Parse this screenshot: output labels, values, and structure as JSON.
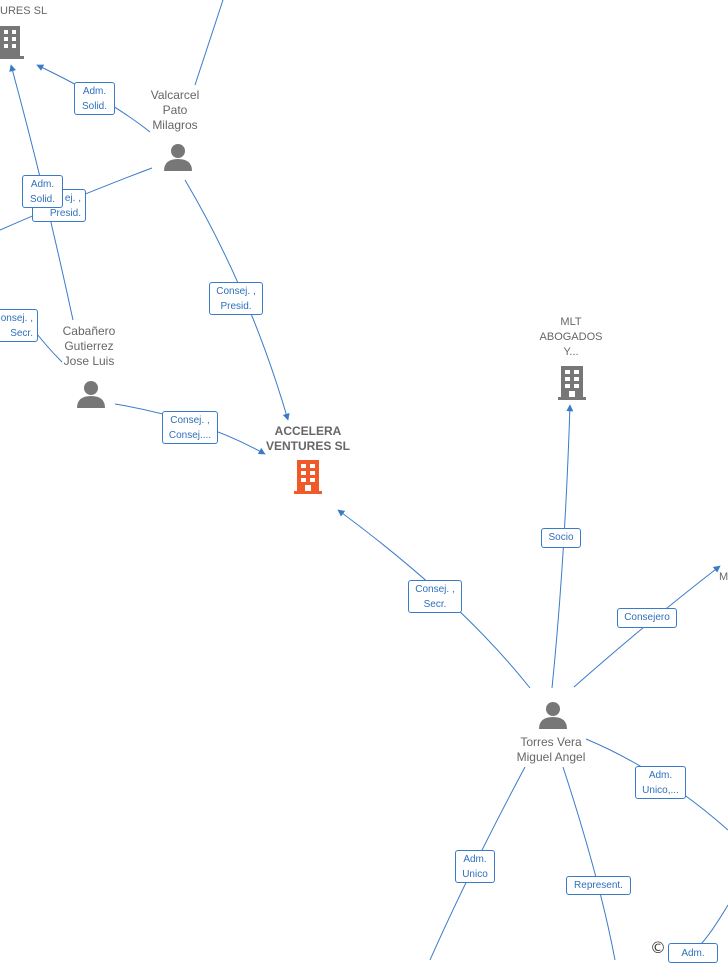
{
  "colors": {
    "edge": "#3a7bc8",
    "edge_label_text": "#2f6fbd",
    "person": "#777777",
    "company": "#777777",
    "company_focus": "#f05a28"
  },
  "nodes": {
    "accelera": {
      "label": "ACCELERA\nVENTURES  SL",
      "icon": "building-icon"
    },
    "mlt": {
      "label": "MLT\nABOGADOS\nY...",
      "icon": "building-icon"
    },
    "top_company": {
      "label": "URES  SL",
      "icon": "building-icon"
    },
    "valcarcel": {
      "label": "Valcarcel\nPato\nMilagros",
      "icon": "person-icon"
    },
    "cabanero": {
      "label": "Cabañero\nGutierrez\nJose Luis",
      "icon": "person-icon"
    },
    "torres": {
      "label": "Torres Vera\nMiguel Angel",
      "icon": "person-icon"
    },
    "right_edge": {
      "label": "M"
    }
  },
  "edges": {
    "val_top": "Adm.\nSolid.",
    "val_left": "ej. ,\nPresid.",
    "cab_top": "Adm.\nSolid.",
    "val_accelera": "Consej. ,\nPresid.",
    "left_cab": "onsej. ,\nSecr.",
    "cab_accelera": "Consej. ,\nConsej....",
    "torres_mlt": "Socio",
    "torres_accelera": "Consej. ,\nSecr.",
    "torres_right": "Consejero",
    "torres_adm_unico_dots": "Adm.\nUnico,...",
    "torres_adm_unico": "Adm.\nUnico",
    "torres_represent": "Represent.",
    "bottom_adm": "Adm."
  },
  "copyright": "©"
}
